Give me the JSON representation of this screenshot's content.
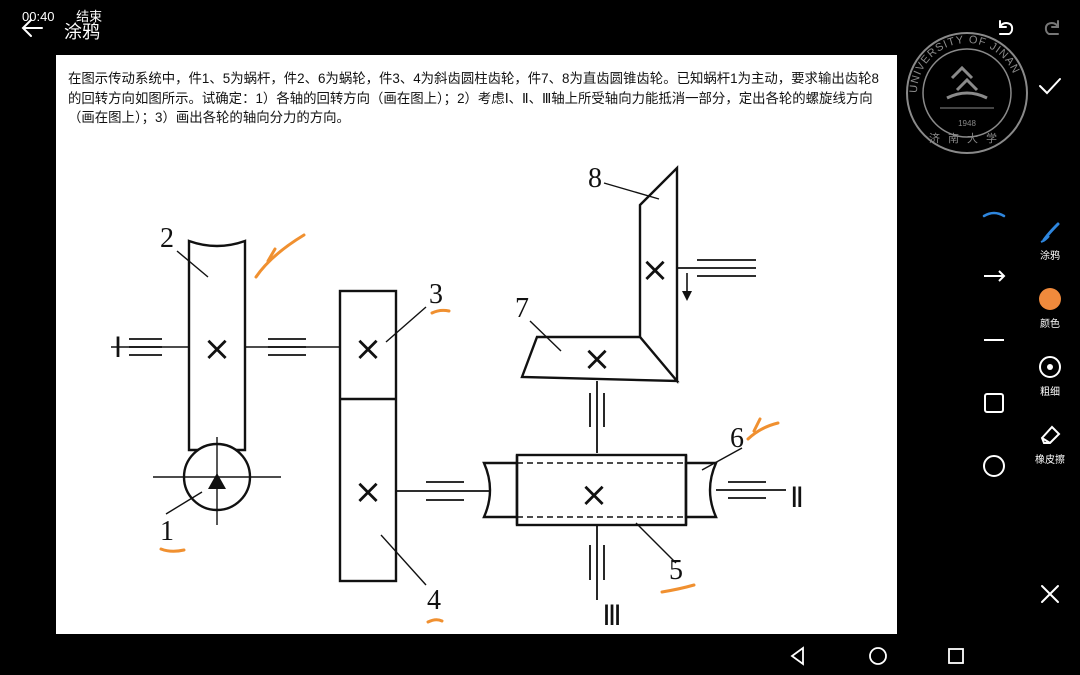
{
  "status_bar": {
    "time": "00:40",
    "end_label": "结束"
  },
  "toolbar": {
    "title": "涂鸦"
  },
  "document": {
    "problem_text": "在图示传动系统中，件1、5为蜗杆，件2、6为蜗轮，件3、4为斜齿圆柱齿轮，件7、8为直齿圆锥齿轮。已知蜗杆1为主动，要求输出齿轮8的回转方向如图所示。试确定：1）各轴的回转方向（画在图上）；2）考虑Ⅰ、Ⅱ、Ⅲ轴上所受轴向力能抵消一部分，定出各轮的螺旋线方向（画在图上）；3）画出各轮的轴向分力的方向。",
    "labels": {
      "n1": "1",
      "n2": "2",
      "n3": "3",
      "n4": "4",
      "n5": "5",
      "n6": "6",
      "n7": "7",
      "n8": "8",
      "shaft_I": "Ⅰ",
      "shaft_II": "Ⅱ",
      "shaft_III": "Ⅲ"
    }
  },
  "watermark": {
    "text": "UNIVERSITY OF JINAN",
    "year": "1948",
    "cn": "济南大学"
  },
  "side_tools": {
    "doodle_label": "涂鸦",
    "color_label": "颜色",
    "thickness_label": "粗细",
    "eraser_label": "橡皮擦"
  },
  "colors": {
    "accent_blue": "#2e86de",
    "selected_color": "#f08a3c",
    "annotation_orange": "#f09030"
  }
}
